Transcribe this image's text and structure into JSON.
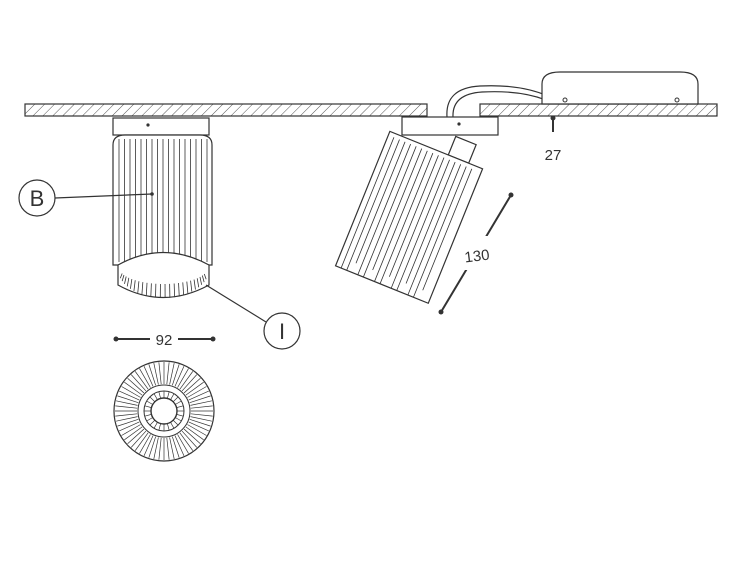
{
  "callouts": {
    "b": "B",
    "i": "I"
  },
  "dimensions": {
    "width": "92",
    "height": "130",
    "depth": "27"
  },
  "colors": {
    "line": "#333333",
    "hatch": "#555555"
  }
}
